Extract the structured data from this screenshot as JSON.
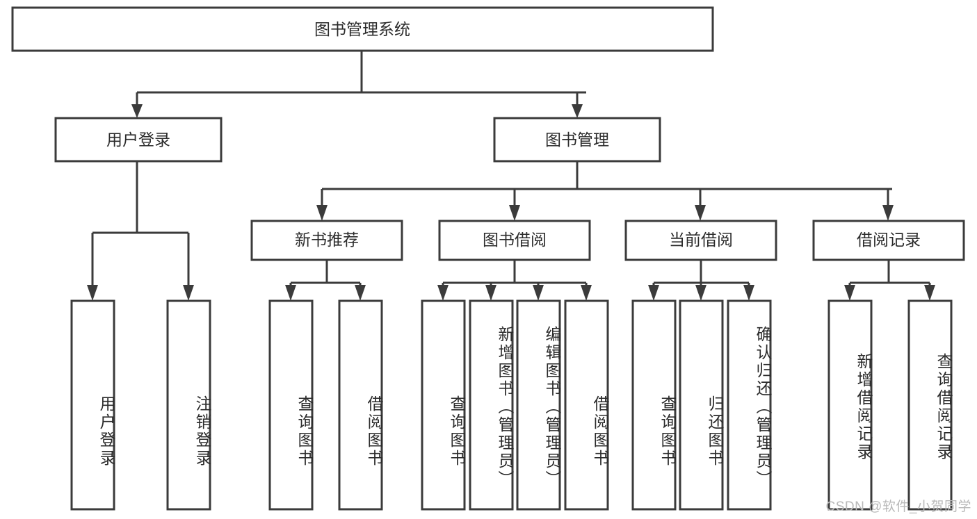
{
  "diagram": {
    "type": "hierarchy-tree",
    "title": "图书管理系统",
    "watermark": "CSDN @软件_小贺同学",
    "root": {
      "id": "root",
      "label": "图书管理系统"
    },
    "level2": [
      {
        "id": "user-login",
        "label": "用户登录"
      },
      {
        "id": "book-manage",
        "label": "图书管理"
      }
    ],
    "level3": [
      {
        "id": "new-book-recommend",
        "label": "新书推荐",
        "parent": "book-manage"
      },
      {
        "id": "book-borrow",
        "label": "图书借阅",
        "parent": "book-manage"
      },
      {
        "id": "current-borrow",
        "label": "当前借阅",
        "parent": "book-manage"
      },
      {
        "id": "borrow-record",
        "label": "借阅记录",
        "parent": "book-manage"
      }
    ],
    "leaves": {
      "user-login": [
        {
          "id": "leaf-user-login",
          "label": "用户登录"
        },
        {
          "id": "leaf-user-logout",
          "label": "注销登录"
        }
      ],
      "new-book-recommend": [
        {
          "id": "leaf-query-book-1",
          "label": "查询图书"
        },
        {
          "id": "leaf-borrow-book-1",
          "label": "借阅图书"
        }
      ],
      "book-borrow": [
        {
          "id": "leaf-query-book-2",
          "label": "查询图书"
        },
        {
          "id": "leaf-add-book",
          "label": "新增图书（管理员）"
        },
        {
          "id": "leaf-edit-book",
          "label": "编辑图书（管理员）"
        },
        {
          "id": "leaf-borrow-book-2",
          "label": "借阅图书"
        }
      ],
      "current-borrow": [
        {
          "id": "leaf-query-book-3",
          "label": "查询图书"
        },
        {
          "id": "leaf-return-book",
          "label": "归还图书"
        },
        {
          "id": "leaf-confirm-return",
          "label": "确认归还（管理员）"
        }
      ],
      "borrow-record": [
        {
          "id": "leaf-add-record",
          "label": "新增借阅记录"
        },
        {
          "id": "leaf-query-record",
          "label": "查询借阅记录"
        }
      ]
    },
    "colors": {
      "stroke": "#3b3b3b",
      "fill": "#ffffff",
      "text": "#2b2b2b",
      "watermark": "#b9b9b9"
    }
  }
}
